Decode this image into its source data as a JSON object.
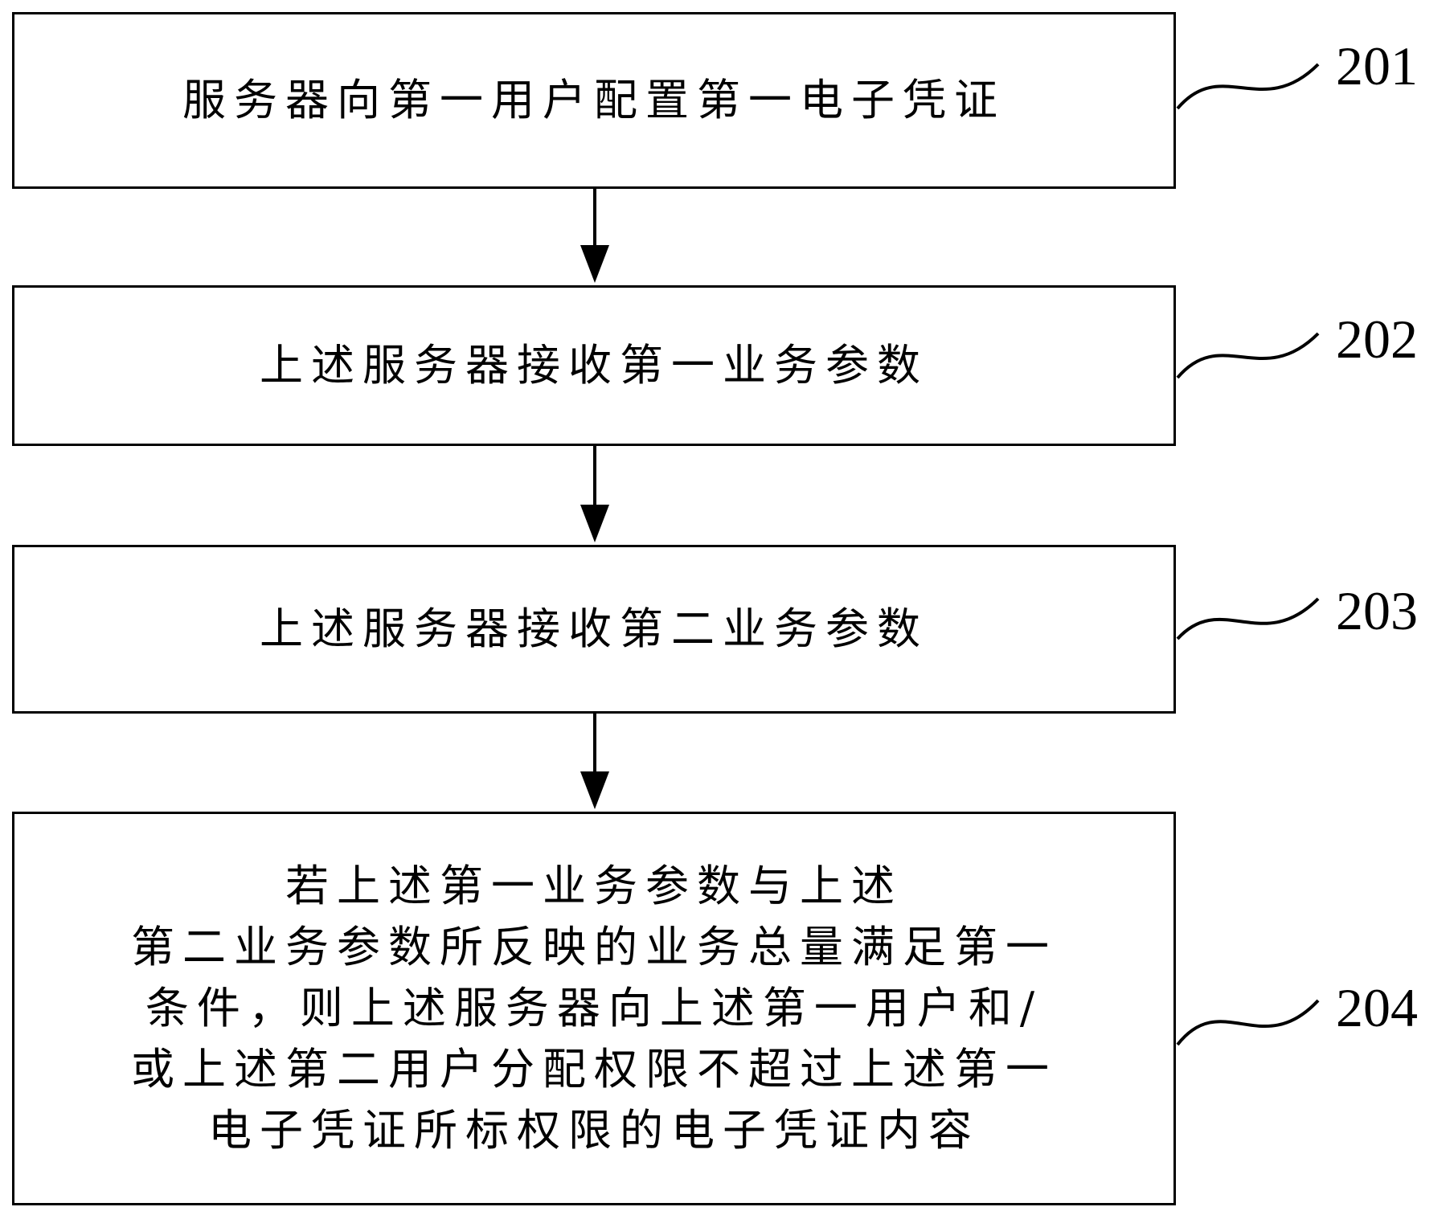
{
  "steps": [
    {
      "id": "201",
      "text": "服务器向第一用户配置第一电子凭证"
    },
    {
      "id": "202",
      "text": "上述服务器接收第一业务参数"
    },
    {
      "id": "203",
      "text": "上述服务器接收第二业务参数"
    },
    {
      "id": "204",
      "lines": [
        "若上述第一业务参数与上述",
        "第二业务参数所反映的业务总量满足第一",
        "条件，则上述服务器向上述第一用户和/",
        "或上述第二用户分配权限不超过上述第一",
        "电子凭证所标权限的电子凭证内容"
      ]
    }
  ]
}
